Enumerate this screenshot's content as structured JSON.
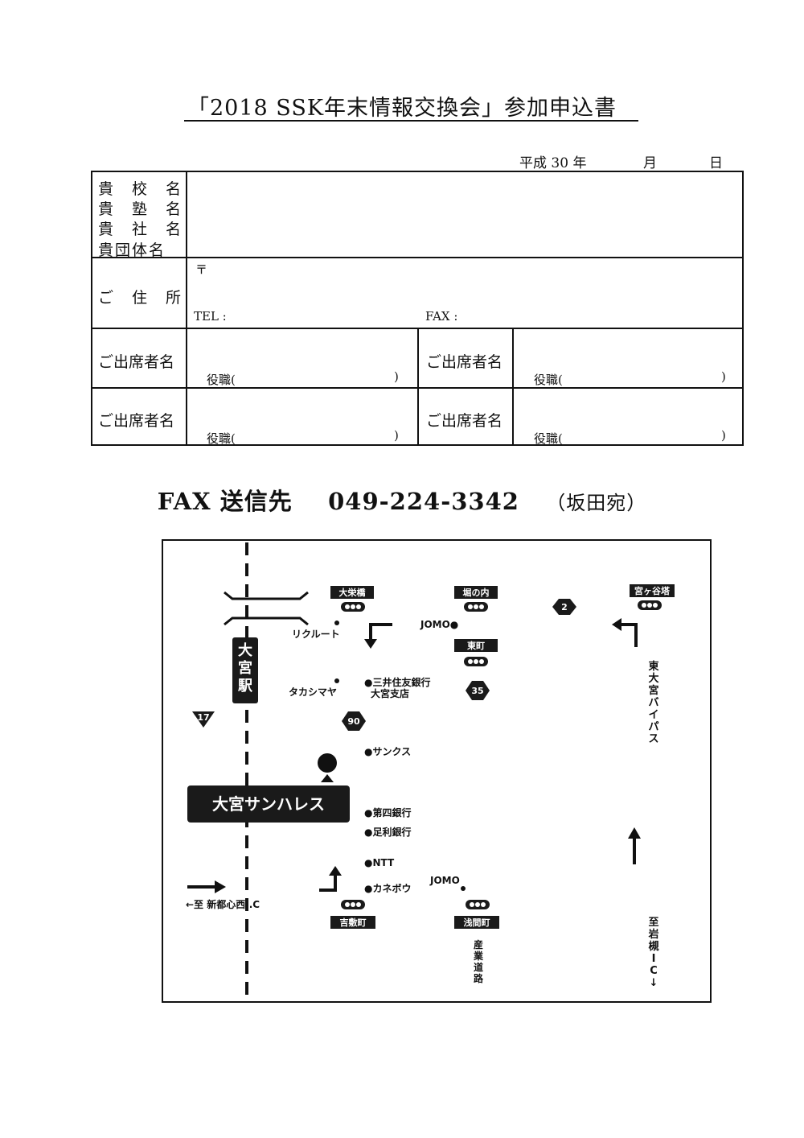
{
  "title": "「2018 SSK年末情報交換会」参加申込書",
  "date": {
    "era_year": "平成 30 年",
    "month": "月",
    "day": "日"
  },
  "form": {
    "org_labels": [
      "貴　校　名",
      "貴　塾　名",
      "貴　社　名",
      "貴団体名"
    ],
    "address_label": "ご　住　所",
    "postal_mark": "〒",
    "tel_label": "TEL :",
    "fax_label": "FAX :",
    "attendee_label": "ご出席者名",
    "position_label": "役職(",
    "position_close": ")"
  },
  "fax": {
    "label": "FAX 送信先",
    "number": "049-224-3342",
    "to": "（坂田宛）"
  },
  "map": {
    "station": "大宮駅",
    "venue": "大宮サンハレス",
    "route_17": "17",
    "route_90": "90",
    "route_35": "35",
    "route_2": "2",
    "signals": {
      "daiei": "大栄橋",
      "horinouchi": "堀の内",
      "higashimachi": "東町",
      "miyagaya": "宮ヶ谷塔",
      "yoshikicho": "吉敷町",
      "sengencho": "浅間町"
    },
    "places": {
      "recruit": "リクルート",
      "takashimaya": "タカシマヤ",
      "smbc_1": "●三井住友銀行",
      "smbc_2": "大宮支店",
      "sunkus": "●サンクス",
      "daishi": "●第四銀行",
      "ashikaga": "●足利銀行",
      "ntt": "●NTT",
      "kanebo": "●カネボウ",
      "jomo_top": "JOMO●",
      "jomo_bottom": "JOMO"
    },
    "roads": {
      "bypass": "東大宮バイパス",
      "sangyo": "産業道路",
      "iwatsuki": "至岩槻IC↓",
      "shintoshin": "←至 新都心西I.C"
    }
  }
}
